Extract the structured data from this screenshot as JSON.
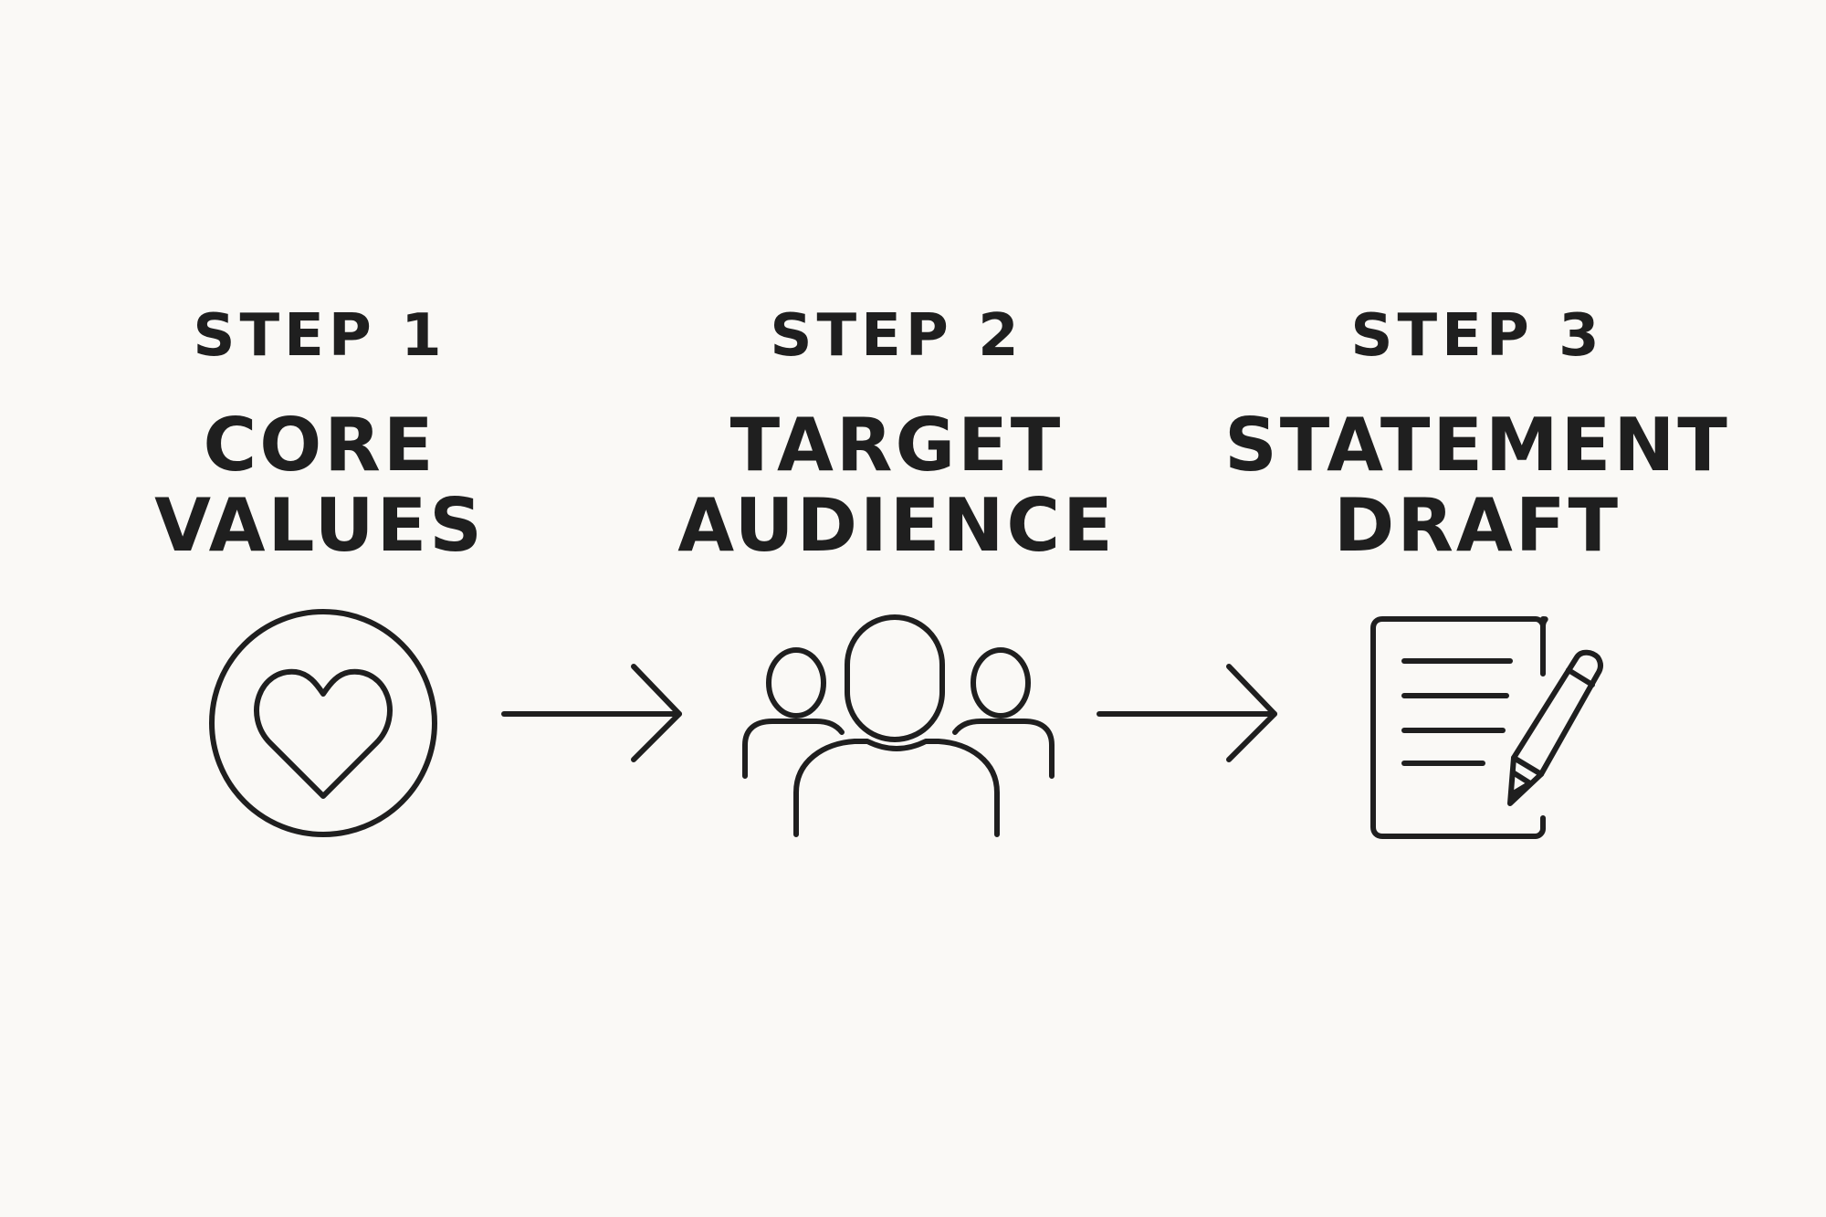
{
  "steps": [
    {
      "number": "STEP 1",
      "title_lines": [
        "CORE",
        "VALUES"
      ],
      "icon": "heart-in-circle-icon"
    },
    {
      "number": "STEP 2",
      "title_lines": [
        "TARGET",
        "AUDIENCE"
      ],
      "icon": "people-group-icon"
    },
    {
      "number": "STEP 3",
      "title_lines": [
        "STATEMENT",
        "DRAFT"
      ],
      "icon": "document-pencil-icon"
    }
  ],
  "colors": {
    "background": "#faf9f6",
    "ink": "#1f1f1f"
  }
}
